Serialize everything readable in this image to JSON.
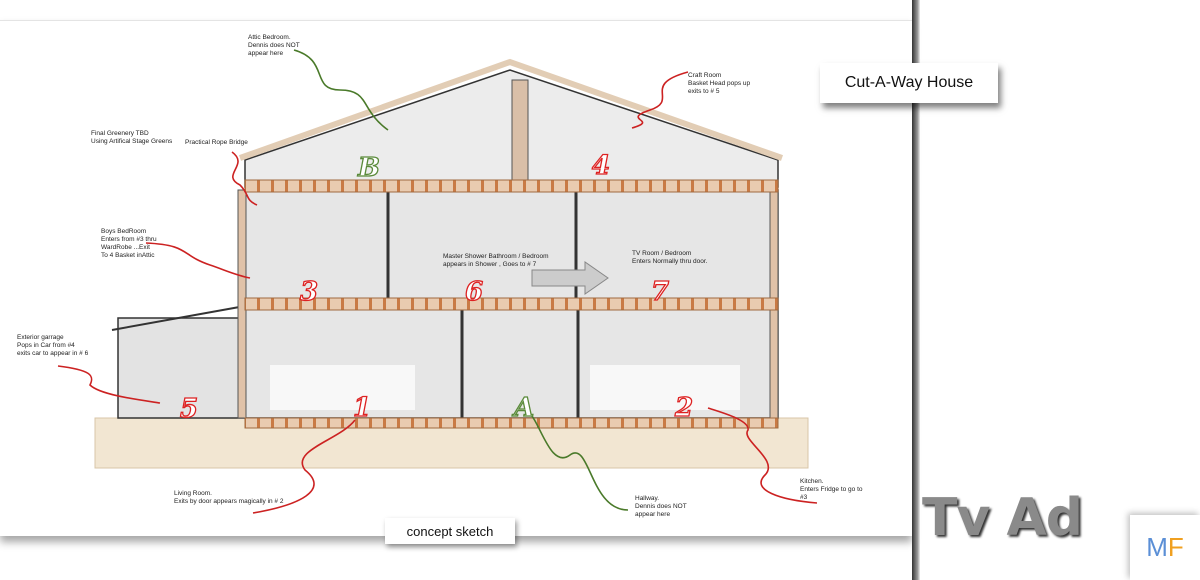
{
  "title": "Cut-A-Way House",
  "caption": "concept sketch",
  "tv_ad": "Tv Ad",
  "logo": {
    "m": "M",
    "f": "F",
    "m_color": "#5b8fd6",
    "f_color": "#f0a020"
  },
  "room_numbers": [
    "B",
    "4",
    "3",
    "6",
    "7",
    "5",
    "1",
    "A",
    "2"
  ],
  "notes": {
    "attic": "Attic Bedroom.\nDennis does NOT\nappear here",
    "craft": "Craft Room\nBasket Head pops up\nexits to # 5",
    "greenery": "Final Greenery TBD\nUsing Artifical Stage Greens",
    "rope": "Practical Rope Bridge",
    "boys": "Boys BedRoom\nEnters from #3  thru\nWardRobe ...Exit\nTo 4 Basket inAttic",
    "master": "Master Shower Bathroom / Bedroom\nappears in Shower , Goes to # 7",
    "tv": "TV Room / Bedroom\nEnters Normally thru door.",
    "garage": "Exterior garrage\nPops in Car from #4\nexits car to appear in # 6",
    "living": "Living Room.\nExits by door appears magically in # 2",
    "hallway": "Hallway.\nDennis does NOT\nappear here",
    "kitchen": "Kitchen.\nEnters Fridge to go to\n#3"
  }
}
